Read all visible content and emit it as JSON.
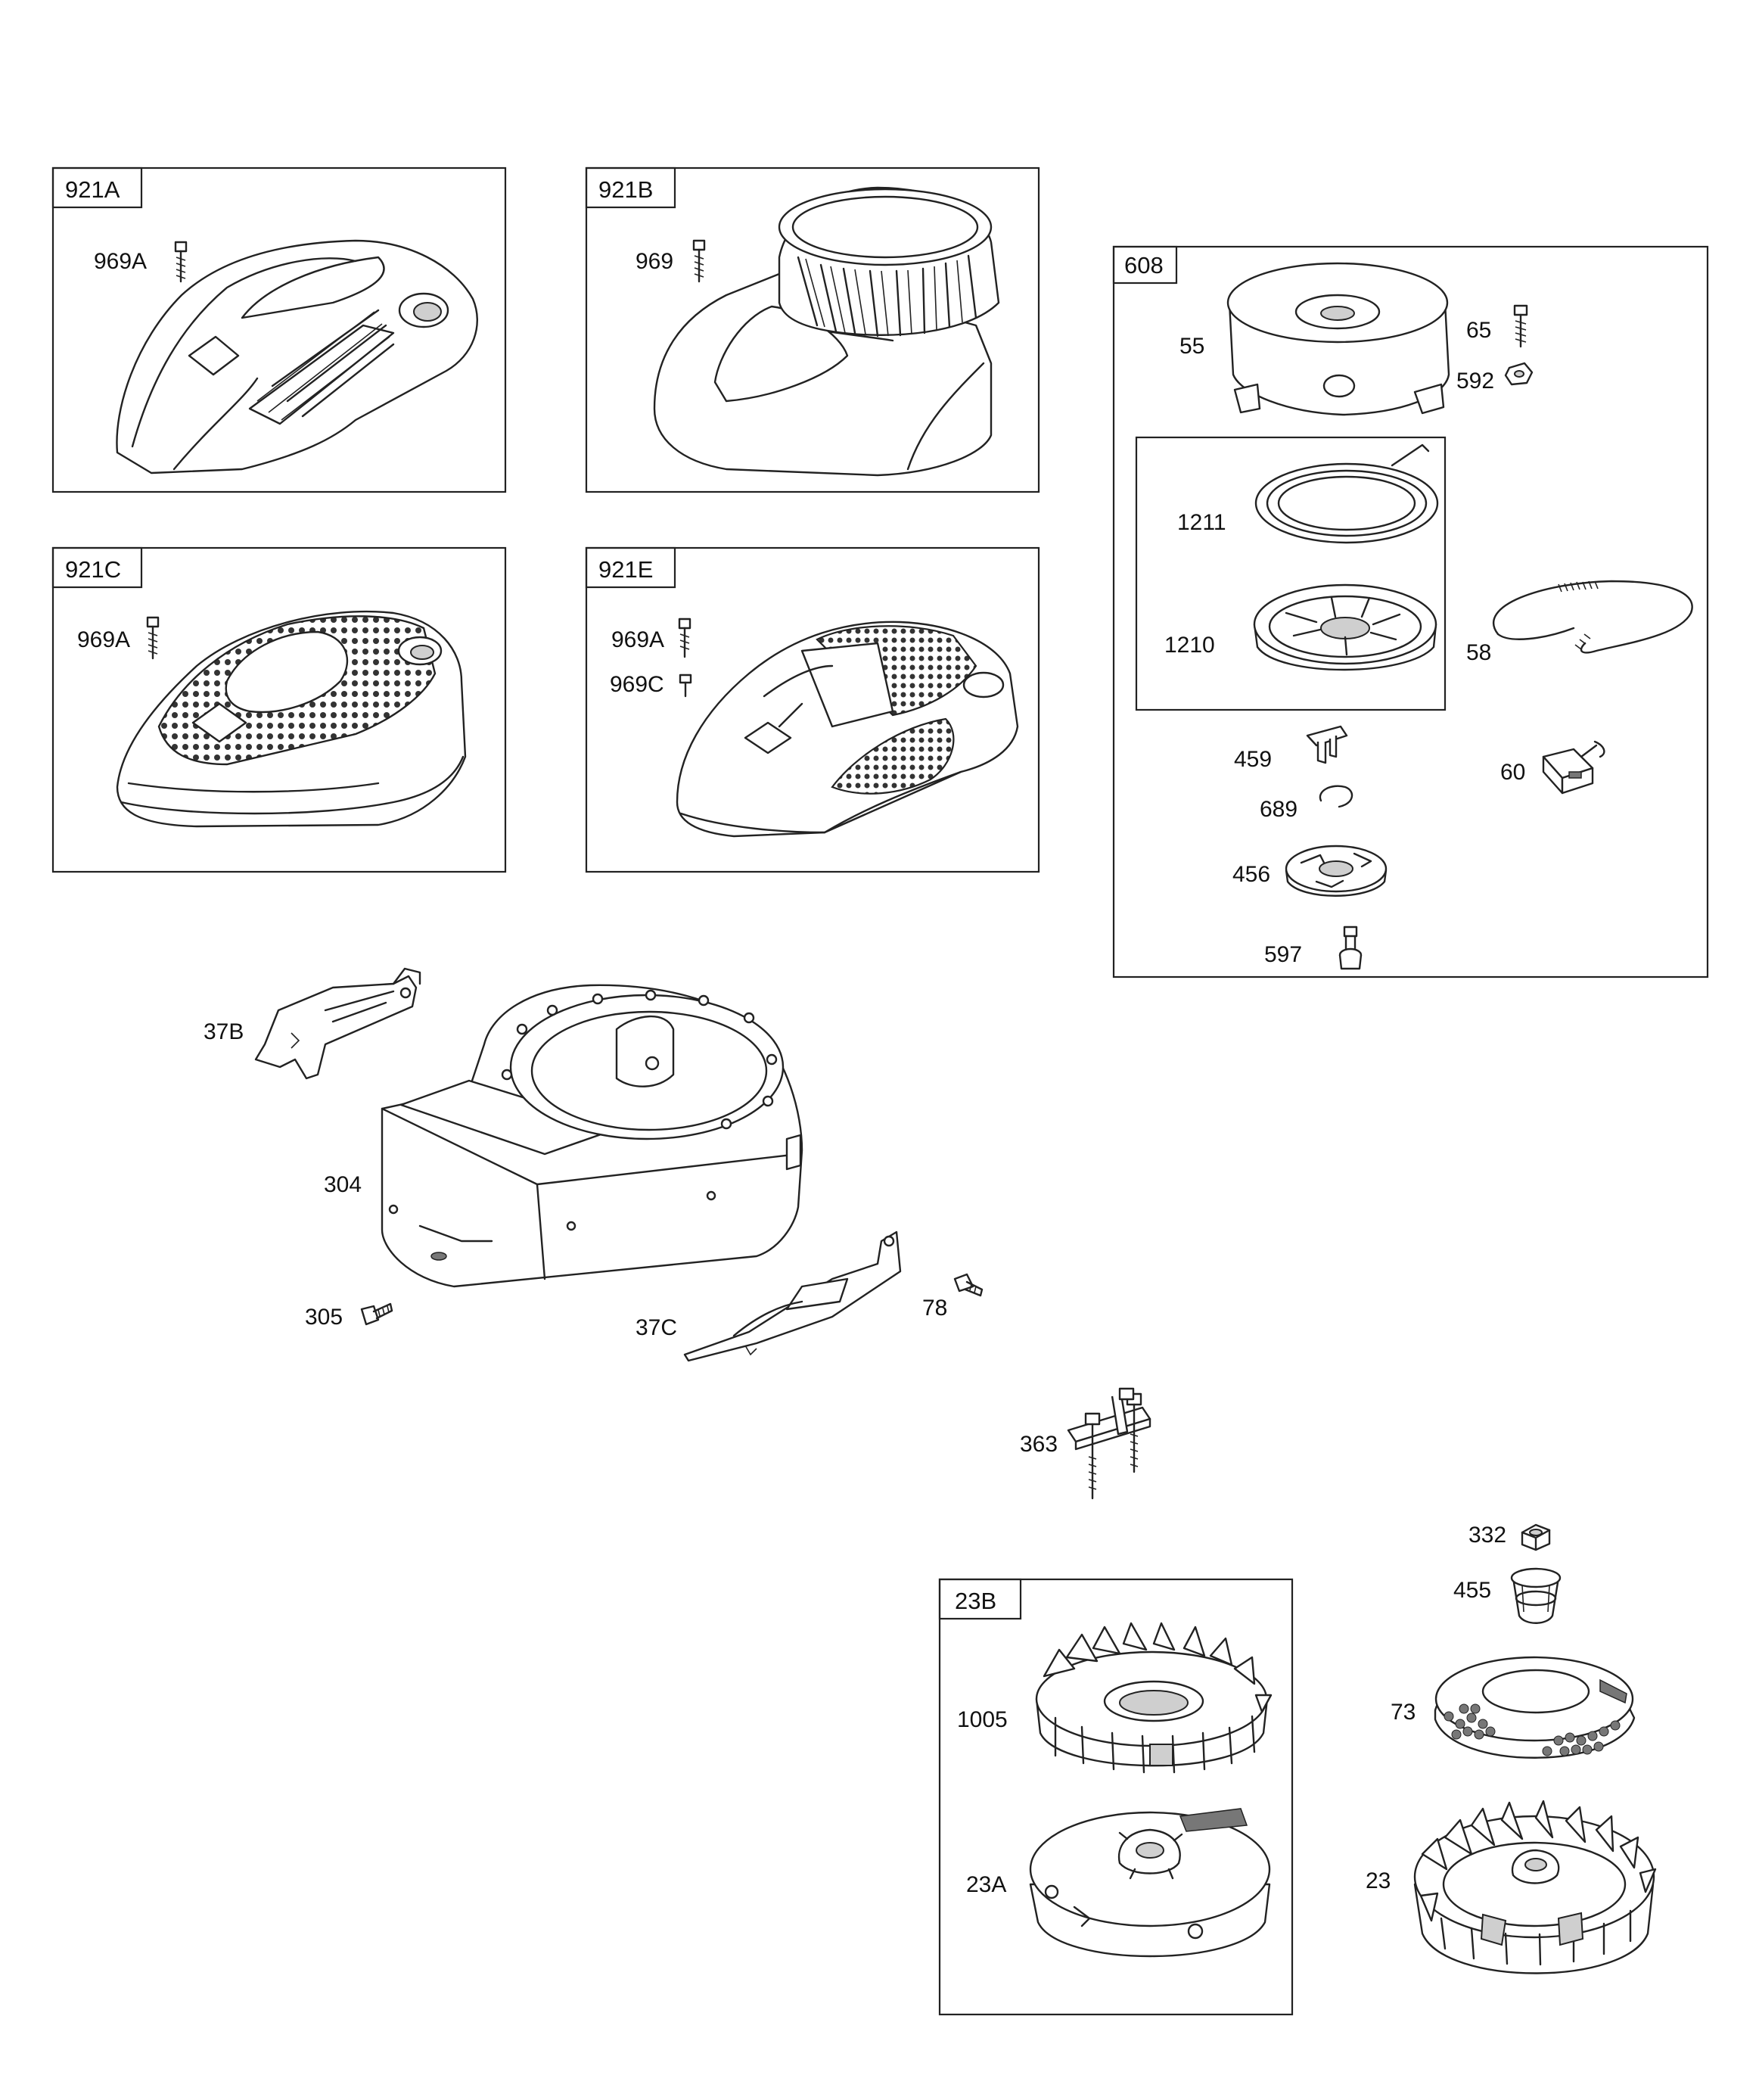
{
  "groups": {
    "g921A": {
      "tag": "921A",
      "parts": [
        "969A"
      ]
    },
    "g921B": {
      "tag": "921B",
      "parts": [
        "969"
      ]
    },
    "g921C": {
      "tag": "921C",
      "parts": [
        "969A"
      ]
    },
    "g921E": {
      "tag": "921E",
      "parts": [
        "969A",
        "969C"
      ]
    },
    "g608": {
      "tag": "608",
      "parts": [
        "55",
        "65",
        "592",
        "1211",
        "1210",
        "58",
        "459",
        "60",
        "689",
        "456",
        "597"
      ]
    },
    "g23B": {
      "tag": "23B",
      "parts": [
        "1005",
        "23A"
      ]
    }
  },
  "loose_parts": [
    "37B",
    "304",
    "305",
    "37C",
    "78",
    "363",
    "332",
    "455",
    "73",
    "23"
  ]
}
